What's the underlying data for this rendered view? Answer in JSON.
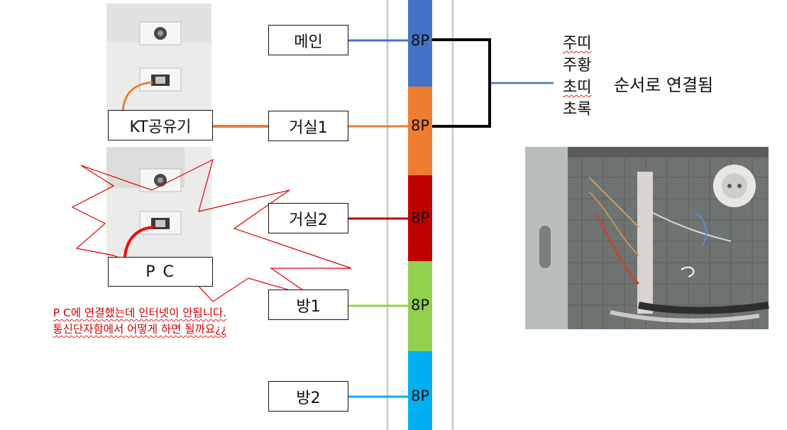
{
  "rooms": [
    {
      "label": "메인",
      "port": "8P",
      "color": "#4472c4"
    },
    {
      "label": "거실1",
      "port": "8P",
      "color": "#ed7d31"
    },
    {
      "label": "거실2",
      "port": "8P",
      "color": "#c00000"
    },
    {
      "label": "방1",
      "port": "8P",
      "color": "#92d050"
    },
    {
      "label": "방2",
      "port": "8P",
      "color": "#00b0f0"
    }
  ],
  "devices": {
    "router_label": "KT공유기",
    "pc_label": "P C"
  },
  "wire_sequence": {
    "items": [
      "주띠",
      "주황",
      "초띠",
      "초록"
    ],
    "note": "순서로 연결됨"
  },
  "question": {
    "line1": "P C에 연결했는데 인터넷이 안됩니다.",
    "line2": "통신단자함에서 어떻게 하면 될까요¿¿"
  },
  "colors": {
    "router_wire": "#ed7d31",
    "pc_wire": "#ff0000",
    "burst": "#e00000"
  }
}
